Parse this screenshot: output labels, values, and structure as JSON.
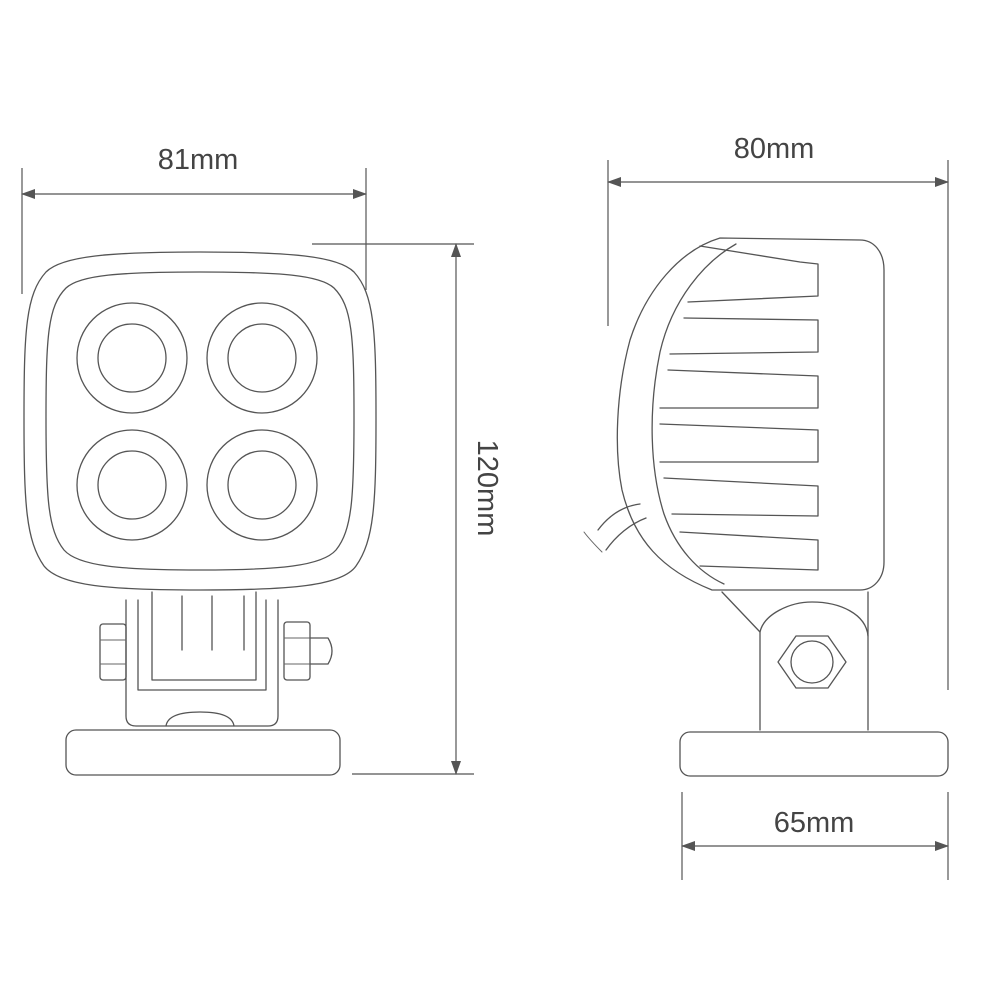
{
  "dimensions": {
    "front_width": "81mm",
    "height": "120mm",
    "side_depth": "80mm",
    "base_depth": "65mm"
  }
}
